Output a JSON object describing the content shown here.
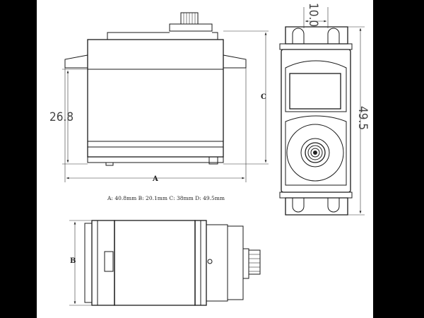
{
  "drawing": {
    "dim_height": "26.8",
    "dim_width": "10.0",
    "dim_length": "49.5",
    "label_a": "A",
    "label_b": "B",
    "label_c": "C",
    "caption": "A: 40.8mm B: 20.1mm C: 38mm D: 49.5mm"
  }
}
